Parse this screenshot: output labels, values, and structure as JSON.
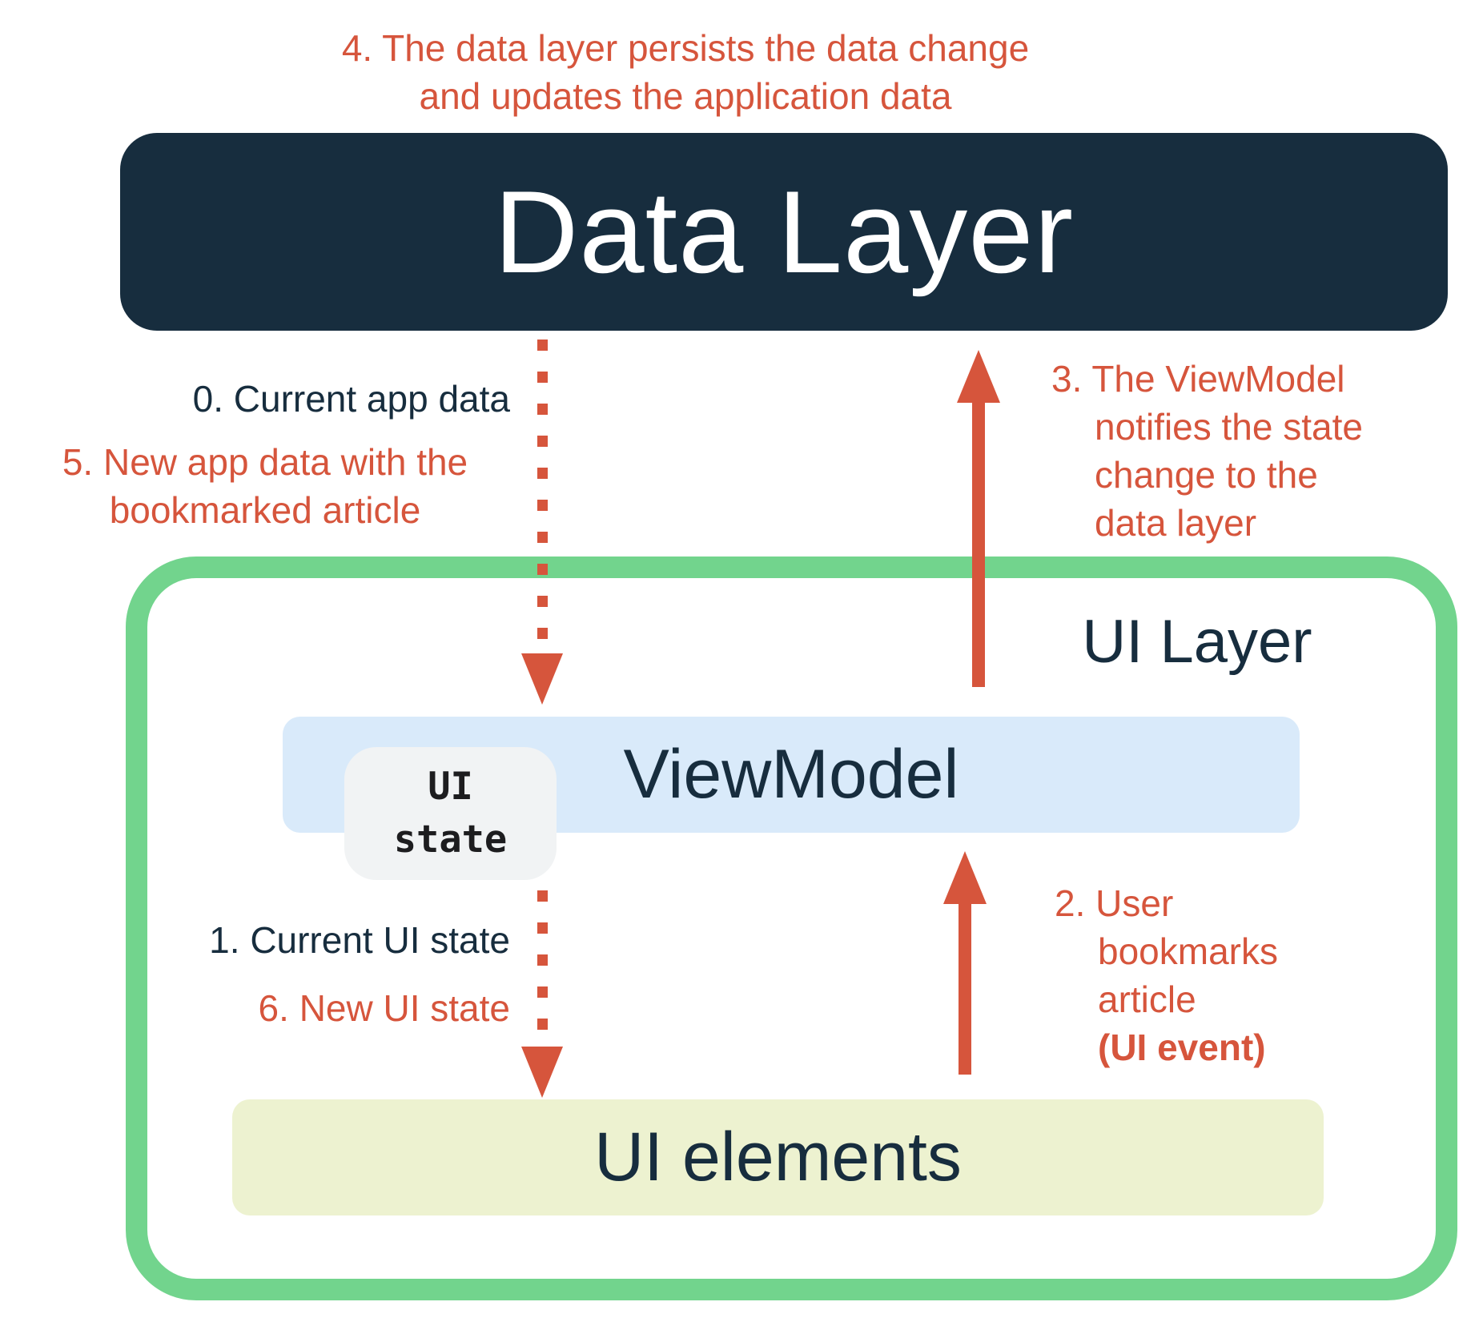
{
  "colors": {
    "navy": "#172d3e",
    "red": "#d6553c",
    "green": "#72d48d",
    "light_blue": "#d9eafa",
    "light_yellow": "#edf2d0",
    "badge_gray": "#f1f3f4",
    "white": "#ffffff"
  },
  "caption_step4": {
    "lines": [
      "4. The data layer persists the data change",
      "and updates the application data"
    ]
  },
  "data_layer": {
    "title": "Data Layer"
  },
  "ui_layer": {
    "title": "UI Layer"
  },
  "viewmodel": {
    "title": "ViewModel",
    "state_badge": {
      "lines": [
        "UI",
        "state"
      ]
    }
  },
  "ui_elements": {
    "title": "UI elements"
  },
  "annotations": {
    "step0": {
      "text": "0. Current app data"
    },
    "step5": {
      "lines": [
        "5. New app data with the",
        "bookmarked article"
      ]
    },
    "step3": {
      "lines": [
        "3. The ViewModel",
        "notifies the state",
        "change to the",
        "data layer"
      ]
    },
    "step1": {
      "text": "1. Current UI state"
    },
    "step6": {
      "text": "6. New UI state"
    },
    "step2": {
      "lines": [
        "2. User",
        "bookmarks",
        "article",
        "(UI event)"
      ]
    }
  }
}
